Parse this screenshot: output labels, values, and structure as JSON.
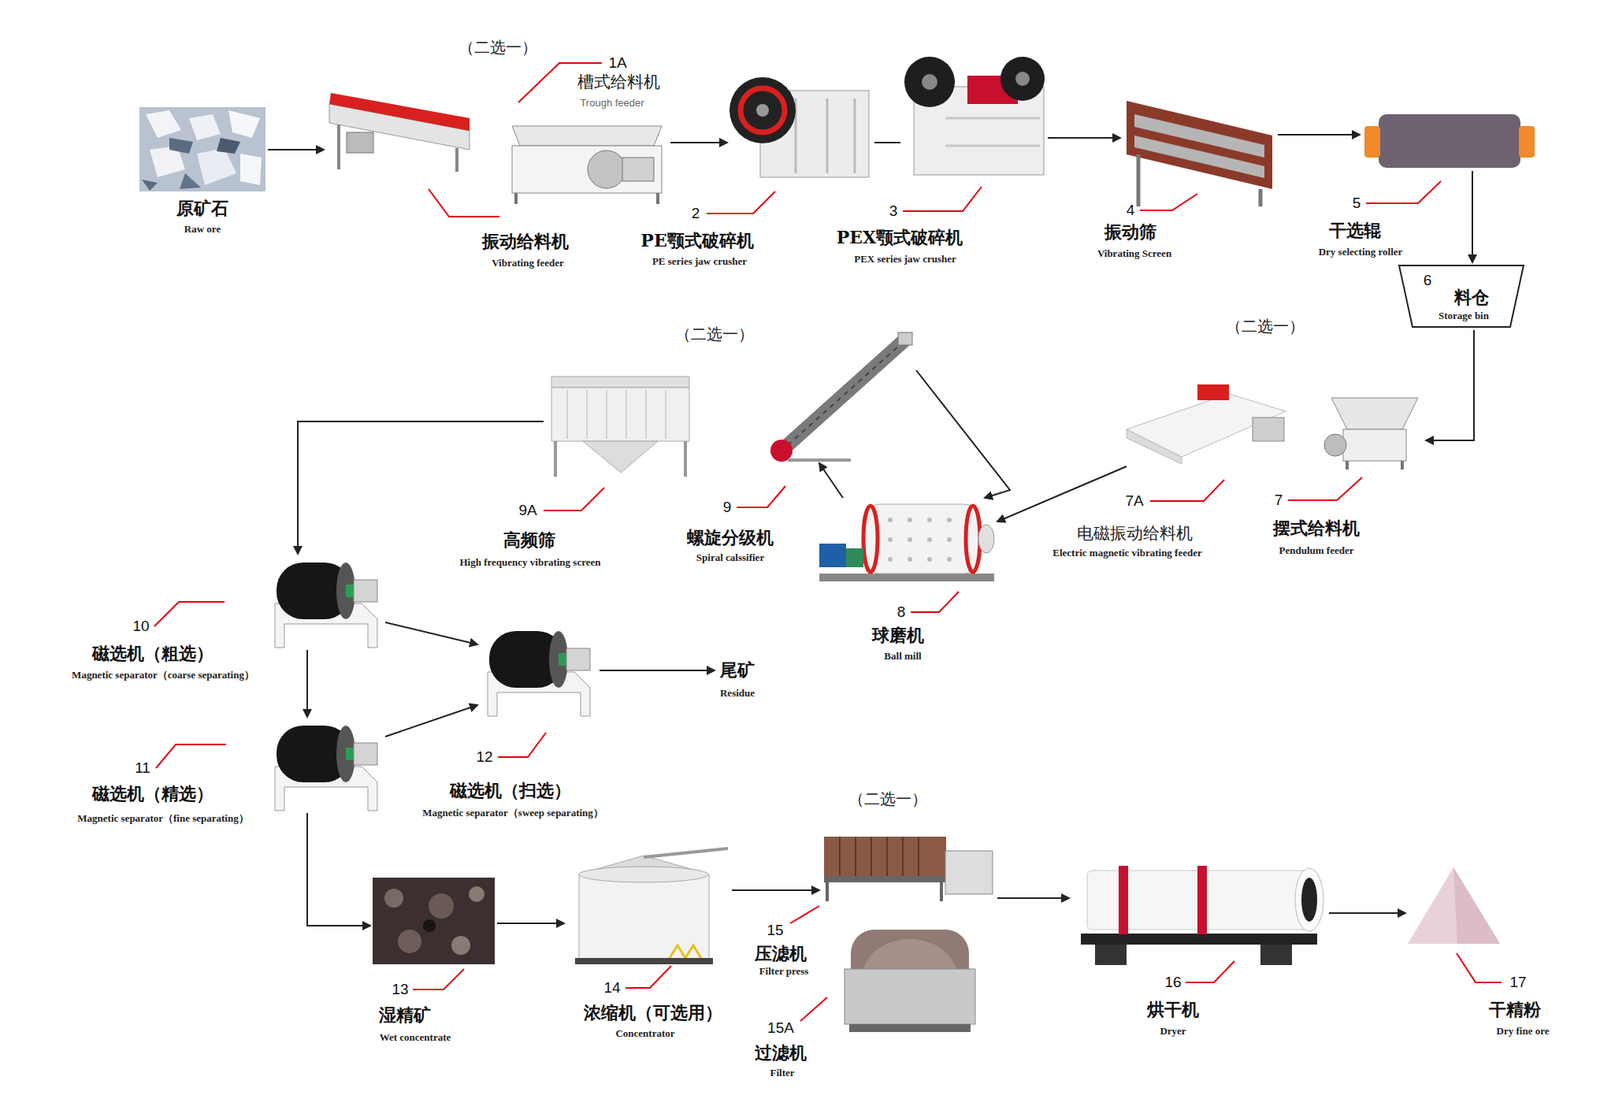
{
  "diagram": {
    "nodes": [
      {
        "text": [
          "原矿石",
          "Raw ore"
        ]
      },
      {
        "text": [
          "振动给料机",
          "Vibrating feeder"
        ]
      },
      {
        "text": [
          "1A",
          "槽式给料机",
          "Trough feeder"
        ]
      },
      {
        "text": [
          "2",
          "PE颚式破碎机",
          "PE series jaw crusher"
        ]
      },
      {
        "text": [
          "3",
          "PEX颚式破碎机",
          "PEX series jaw crusher"
        ]
      },
      {
        "text": [
          "4",
          "振动筛",
          "Vibrating Screen"
        ]
      },
      {
        "text": [
          "5",
          "干选辊",
          "Dry selecting roller"
        ]
      },
      {
        "text": [
          "6",
          "料仓",
          "Storage bin"
        ]
      },
      {
        "text": [
          "7",
          "摆式给料机",
          "Pendulum feeder"
        ]
      },
      {
        "text": [
          "7A",
          "电磁振动给料机",
          "Electric magnetic vibrating feeder"
        ]
      },
      {
        "text": [
          "8",
          "球磨机",
          "Ball mill"
        ]
      },
      {
        "text": [
          "9",
          "螺旋分级机",
          "Spiral calssifier"
        ]
      },
      {
        "text": [
          "9A",
          "高频筛",
          "High frequency vibrating screen"
        ]
      },
      {
        "text": [
          "10",
          "磁选机（粗选）",
          "Magnetic separator（coarse separating）"
        ]
      },
      {
        "text": [
          "11",
          "磁选机（精选）",
          "Magnetic separator（fine separating）"
        ]
      },
      {
        "text": [
          "12",
          "磁选机（扫选）",
          "Magnetic separator（sweep separating）"
        ]
      },
      {
        "text": [
          "尾矿",
          "Residue"
        ]
      },
      {
        "text": [
          "13",
          "湿精矿",
          "Wet concentrate"
        ]
      },
      {
        "text": [
          "14",
          "浓缩机（可选用）",
          "Concentrator"
        ]
      },
      {
        "text": [
          "15",
          "压滤机",
          "Filter press"
        ]
      },
      {
        "text": [
          "15A",
          "过滤机",
          "Filter"
        ]
      },
      {
        "text": [
          "16",
          "烘干机",
          "Dryer"
        ]
      },
      {
        "text": [
          "17",
          "干精粉",
          "Dry fine ore"
        ]
      }
    ],
    "edges": [
      {
        "from": 0,
        "to": 1,
        "arrow": "to"
      },
      {
        "from": 2,
        "to": 3,
        "arrow": "to"
      },
      {
        "from": 3,
        "to": 4,
        "arrow": "none"
      },
      {
        "from": 4,
        "to": 5,
        "arrow": "to"
      },
      {
        "from": 5,
        "to": 6,
        "arrow": "to"
      },
      {
        "from": 6,
        "to": 7,
        "arrow": "to"
      },
      {
        "from": 7,
        "to": 8,
        "arrow": "to"
      },
      {
        "from": 9,
        "to": 10,
        "arrow": "to"
      },
      {
        "from": 10,
        "to": 11,
        "arrow": "to"
      },
      {
        "from": 11,
        "to": 10,
        "arrow": "to"
      },
      {
        "from": 12,
        "to": 13,
        "arrow": "to"
      },
      {
        "from": 13,
        "to": 14,
        "arrow": "to"
      },
      {
        "from": 13,
        "to": 15,
        "arrow": "to"
      },
      {
        "from": 14,
        "to": 15,
        "arrow": "to"
      },
      {
        "from": 15,
        "to": 16,
        "arrow": "to"
      },
      {
        "from": 14,
        "to": 17,
        "arrow": "to"
      },
      {
        "from": 17,
        "to": 18,
        "arrow": "to"
      },
      {
        "from": 18,
        "to": 19,
        "arrow": "to"
      },
      {
        "from": 19,
        "to": 21,
        "arrow": "to"
      },
      {
        "from": 21,
        "to": 22,
        "arrow": "to"
      }
    ],
    "labels": [
      "（二选一）",
      "（二选一）",
      "（二选一）",
      "（二选一）"
    ]
  }
}
